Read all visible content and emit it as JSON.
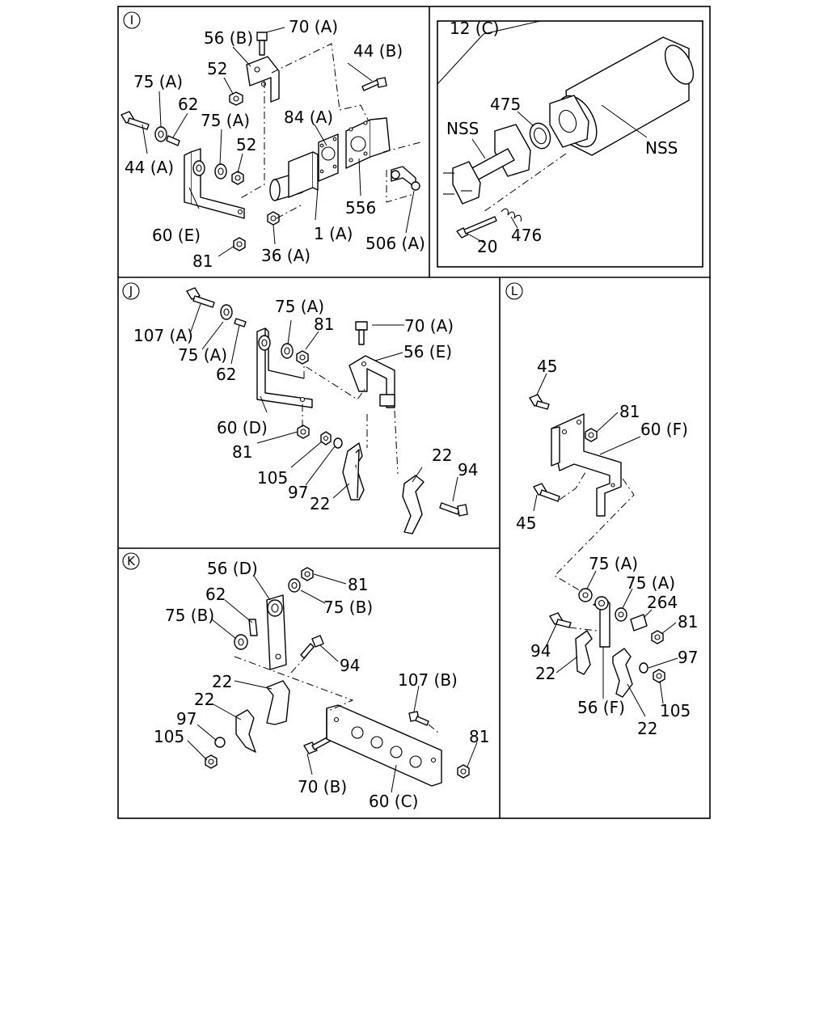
{
  "sections": [
    {
      "id": "I",
      "marker": "I",
      "labels": [
        {
          "key": "a",
          "text": "56 (B)"
        },
        {
          "key": "b",
          "text": "70 (A)"
        },
        {
          "key": "c",
          "text": "44 (B)"
        },
        {
          "key": "d",
          "text": "52"
        },
        {
          "key": "e",
          "text": "75 (A)"
        },
        {
          "key": "f",
          "text": "62"
        },
        {
          "key": "g",
          "text": "75 (A)"
        },
        {
          "key": "h",
          "text": "84 (A)"
        },
        {
          "key": "i",
          "text": "52"
        },
        {
          "key": "j",
          "text": "44 (A)"
        },
        {
          "key": "k",
          "text": "556"
        },
        {
          "key": "l",
          "text": "60 (E)"
        },
        {
          "key": "m",
          "text": "1 (A)"
        },
        {
          "key": "n",
          "text": "506 (A)"
        },
        {
          "key": "o",
          "text": "81"
        },
        {
          "key": "p",
          "text": "36 (A)"
        }
      ]
    },
    {
      "id": "muffler",
      "marker": "",
      "labels": [
        {
          "key": "a",
          "text": "12 (C)"
        },
        {
          "key": "b",
          "text": "475"
        },
        {
          "key": "c",
          "text": "NSS"
        },
        {
          "key": "d",
          "text": "NSS"
        },
        {
          "key": "e",
          "text": "476"
        },
        {
          "key": "f",
          "text": "20"
        }
      ]
    },
    {
      "id": "J",
      "marker": "J",
      "labels": [
        {
          "key": "a",
          "text": "75 (A)"
        },
        {
          "key": "b",
          "text": "70 (A)"
        },
        {
          "key": "c",
          "text": "81"
        },
        {
          "key": "d",
          "text": "107 (A)"
        },
        {
          "key": "e",
          "text": "56 (E)"
        },
        {
          "key": "f",
          "text": "75 (A)"
        },
        {
          "key": "g",
          "text": "62"
        },
        {
          "key": "h",
          "text": "60 (D)"
        },
        {
          "key": "i",
          "text": "22"
        },
        {
          "key": "j",
          "text": "94"
        },
        {
          "key": "k",
          "text": "81"
        },
        {
          "key": "l",
          "text": "105"
        },
        {
          "key": "m",
          "text": "97"
        },
        {
          "key": "n",
          "text": "22"
        }
      ]
    },
    {
      "id": "L",
      "marker": "L",
      "labels": [
        {
          "key": "a",
          "text": "45"
        },
        {
          "key": "b",
          "text": "81"
        },
        {
          "key": "c",
          "text": "60 (F)"
        },
        {
          "key": "d",
          "text": "45"
        },
        {
          "key": "e",
          "text": "75 (A)"
        },
        {
          "key": "f",
          "text": "75 (A)"
        },
        {
          "key": "g",
          "text": "264"
        },
        {
          "key": "h",
          "text": "81"
        },
        {
          "key": "i",
          "text": "94"
        },
        {
          "key": "j",
          "text": "97"
        },
        {
          "key": "k",
          "text": "22"
        },
        {
          "key": "l",
          "text": "105"
        },
        {
          "key": "m",
          "text": "56 (F)"
        },
        {
          "key": "n",
          "text": "22"
        }
      ]
    },
    {
      "id": "K",
      "marker": "K",
      "labels": [
        {
          "key": "a",
          "text": "56 (D)"
        },
        {
          "key": "b",
          "text": "81"
        },
        {
          "key": "c",
          "text": "62"
        },
        {
          "key": "d",
          "text": "75 (B)"
        },
        {
          "key": "e",
          "text": "75 (B)"
        },
        {
          "key": "f",
          "text": "94"
        },
        {
          "key": "g",
          "text": "107 (B)"
        },
        {
          "key": "h",
          "text": "22"
        },
        {
          "key": "i",
          "text": "22"
        },
        {
          "key": "j",
          "text": "97"
        },
        {
          "key": "k",
          "text": "81"
        },
        {
          "key": "l",
          "text": "105"
        },
        {
          "key": "m",
          "text": "70 (B)"
        },
        {
          "key": "n",
          "text": "60 (C)"
        }
      ]
    }
  ]
}
